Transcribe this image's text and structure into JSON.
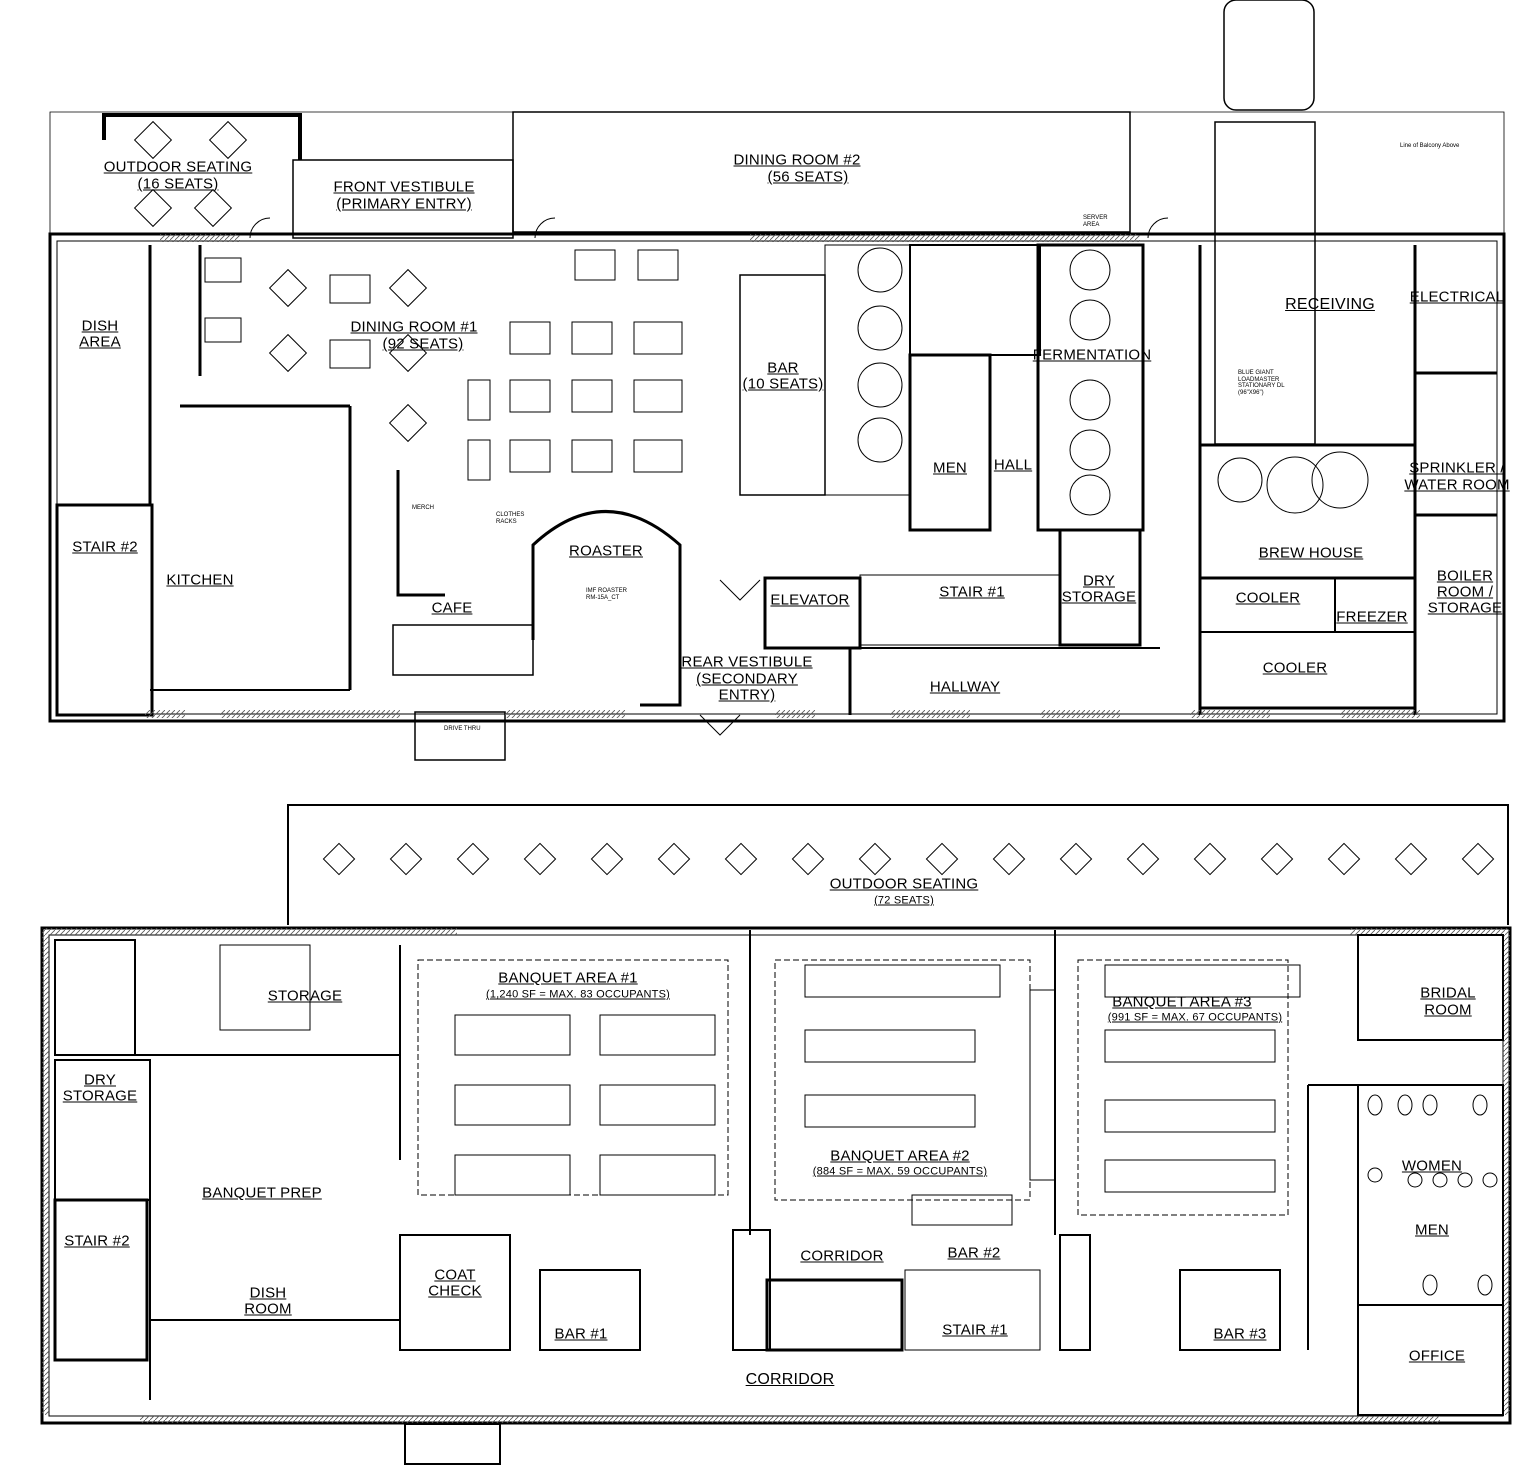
{
  "ground_floor": {
    "outdoor_seating": {
      "name": "OUTDOOR SEATING",
      "seats": "(16 SEATS)"
    },
    "front_vestibule": {
      "name": "FRONT VESTIBULE",
      "sub": "(PRIMARY ENTRY)"
    },
    "dining_room_2": {
      "name": "DINING ROOM #2",
      "seats": "(56 SEATS)"
    },
    "dining_room_1": {
      "name": "DINING ROOM #1",
      "seats": "(92 SEATS)"
    },
    "dish_area": {
      "line1": "DISH",
      "line2": "AREA"
    },
    "bar": {
      "name": "BAR",
      "seats": "(10 SEATS)"
    },
    "fermentation": "FERMENTATION",
    "receiving": "RECEIVING",
    "electrical": "ELECTRICAL",
    "men": "MEN",
    "hall": "HALL",
    "stair_2": "STAIR #2",
    "kitchen": "KITCHEN",
    "roaster": "ROASTER",
    "cafe": "CAFE",
    "elevator": "ELEVATOR",
    "stair_1": "STAIR #1",
    "dry_storage": {
      "line1": "DRY",
      "line2": "STORAGE"
    },
    "brew_house": "BREW HOUSE",
    "sprinkler": {
      "line1": "SPRINKLER /",
      "line2": "WATER ROOM"
    },
    "boiler": {
      "line1": "BOILER",
      "line2": "ROOM /",
      "line3": "STORAGE"
    },
    "cooler_1": "COOLER",
    "freezer": "FREEZER",
    "cooler_2": "COOLER",
    "rear_vestibule": {
      "line1": "REAR VESTIBULE",
      "line2": "(SECONDARY",
      "line3": "ENTRY)"
    },
    "hallway": "HALLWAY",
    "drive_thru": "DRIVE THRU",
    "notes": {
      "merch": "MERCH",
      "clothes_racks": "CLOTHES RACKS",
      "roaster_eq": "IMF ROASTER RM-15A_CT",
      "server_area": "SERVER AREA",
      "loading": "BLUE GIANT LOADMASTER STATIONARY DL (96\"X96\")",
      "balcony": "Line of Balcony Above"
    }
  },
  "upper_floor": {
    "outdoor_seating": {
      "name": "OUTDOOR SEATING",
      "seats": "(72 SEATS)"
    },
    "storage": "STORAGE",
    "dry_storage": {
      "line1": "DRY",
      "line2": "STORAGE"
    },
    "banquet_prep": "BANQUET PREP",
    "stair_2": "STAIR #2",
    "dish_room": {
      "line1": "DISH",
      "line2": "ROOM"
    },
    "coat_check": {
      "line1": "COAT",
      "line2": "CHECK"
    },
    "banquet_1": {
      "name": "BANQUET AREA #1",
      "sub": "(1,240 SF =  MAX. 83 OCCUPANTS)"
    },
    "banquet_2": {
      "name": "BANQUET AREA #2",
      "sub": "(884 SF =  MAX. 59 OCCUPANTS)"
    },
    "banquet_3": {
      "name": "BANQUET AREA #3",
      "sub": "(991 SF =  MAX. 67 OCCUPANTS)"
    },
    "bridal_room": {
      "line1": "BRIDAL",
      "line2": "ROOM"
    },
    "women": "WOMEN",
    "men": "MEN",
    "office": "OFFICE",
    "corridor_top": "CORRIDOR",
    "corridor_main": "CORRIDOR",
    "bar_1": "BAR #1",
    "bar_2": "BAR #2",
    "bar_3": "BAR #3",
    "stair_1": "STAIR #1"
  },
  "colors": {
    "line": "#000000",
    "background": "#ffffff",
    "hatch": "#555555"
  }
}
